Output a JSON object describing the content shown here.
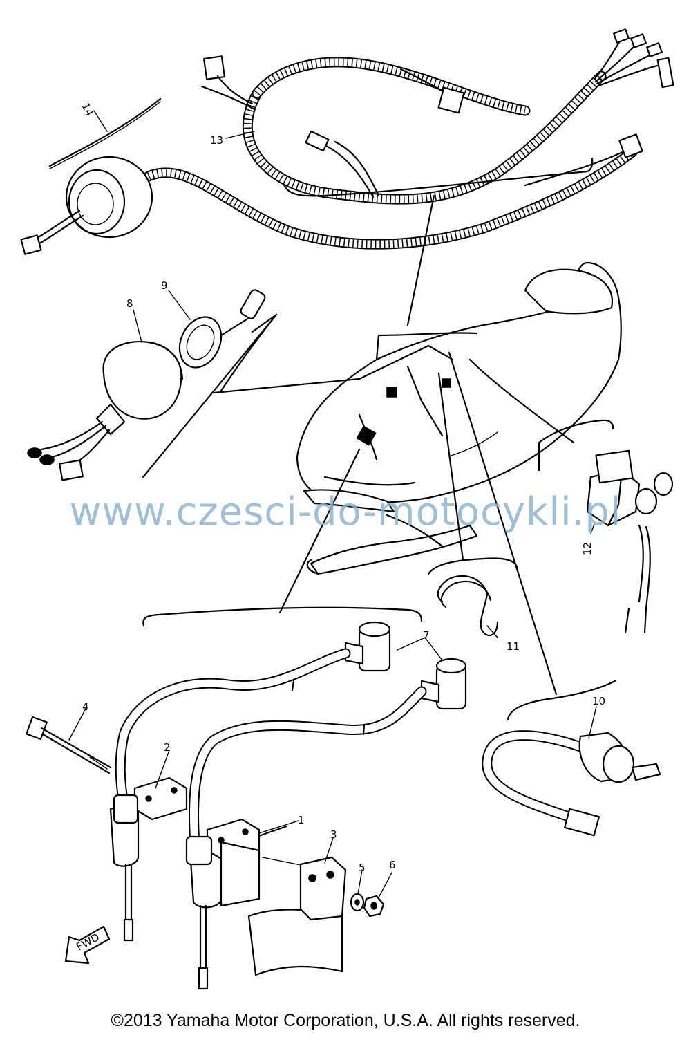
{
  "callouts": {
    "c1": "1",
    "c2": "2",
    "c3": "3",
    "c4": "4",
    "c5": "5",
    "c6": "6",
    "c7": "7",
    "c8": "8",
    "c9": "9",
    "c10": "10",
    "c11": "11",
    "c12": "12",
    "c13": "13",
    "c14": "14"
  },
  "fwd_label": "FWD",
  "watermark": "www.czesci-do-motocykli.pl",
  "copyright": "©2013 Yamaha Motor Corporation, U.S.A. All rights reserved.",
  "colors": {
    "ink": "#000000",
    "watermark": "#8fb4cf",
    "background": "#ffffff"
  }
}
